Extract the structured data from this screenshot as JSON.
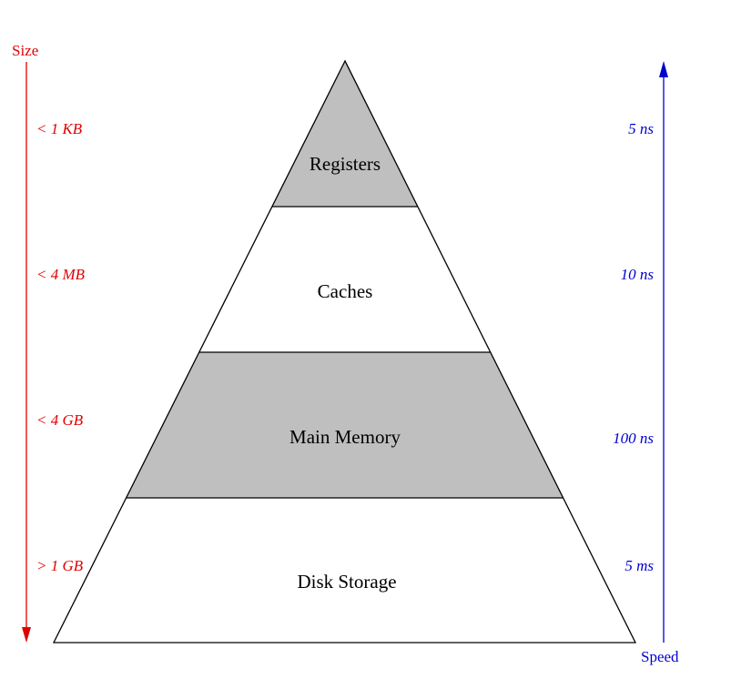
{
  "colors": {
    "size_axis": "#e00000",
    "speed_axis": "#0000d0",
    "shaded_tier": "#bfbfbf",
    "plain_tier": "#ffffff",
    "outline": "#000000"
  },
  "size_axis": {
    "title": "Size",
    "direction": "down"
  },
  "speed_axis": {
    "title": "Speed",
    "direction": "up"
  },
  "tiers": [
    {
      "name": "Registers",
      "size": "< 1 KB",
      "speed": "5 ns",
      "shaded": true
    },
    {
      "name": "Caches",
      "size": "< 4 MB",
      "speed": "10 ns",
      "shaded": false
    },
    {
      "name": "Main Memory",
      "size": "< 4 GB",
      "speed": "100 ns",
      "shaded": true
    },
    {
      "name": "Disk Storage",
      "size": "> 1 GB",
      "speed": "5 ms",
      "shaded": false
    }
  ]
}
